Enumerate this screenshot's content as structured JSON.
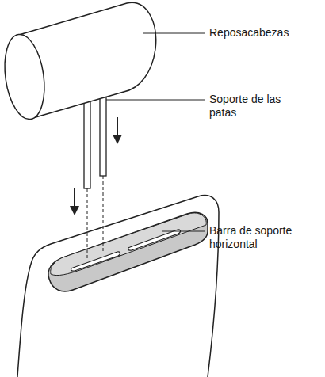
{
  "diagram": {
    "labels": [
      "Reposacabezas",
      "Soporte de las patas",
      "Barra de soporte horizontal"
    ]
  }
}
